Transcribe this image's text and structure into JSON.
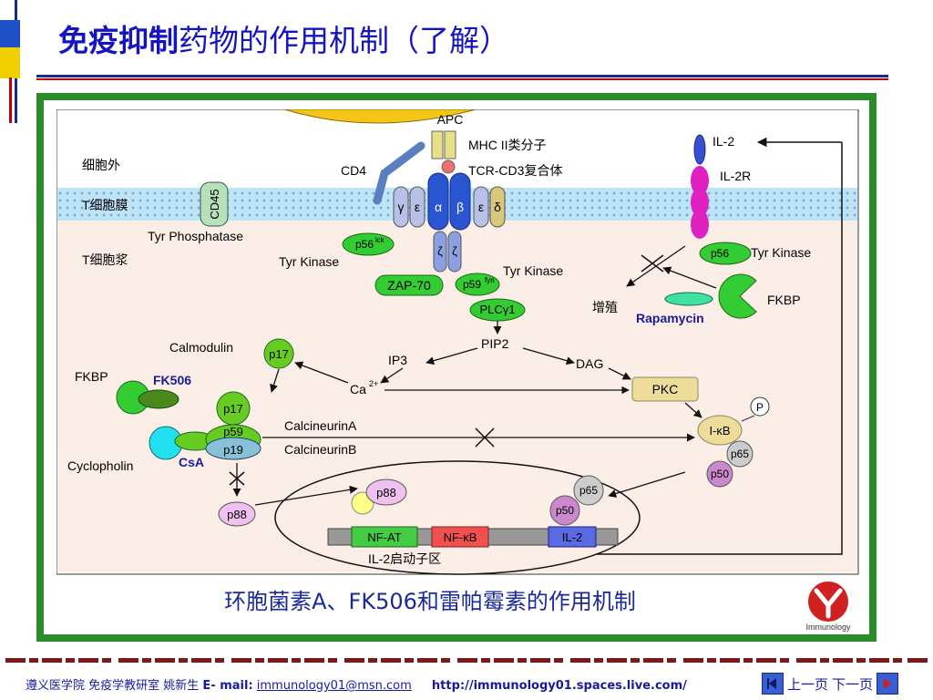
{
  "header": {
    "title_bold": "免疫抑制",
    "title_rest": "药物的作用机制（了解）"
  },
  "diagram": {
    "labels": {
      "apc": "APC",
      "mhc": "MHC II类分子",
      "cd4": "CD4",
      "tcr": "TCR-CD3复合体",
      "il2": "IL-2",
      "il2r": "IL-2R",
      "extracellular": "细胞外",
      "t_membrane": "T细胞膜",
      "cd45": "CD45",
      "tyr_phosphatase": "Tyr Phosphatase",
      "t_cytoplasm": "T细胞浆",
      "tyr_kinase_1": "Tyr Kinase",
      "tyr_kinase_2": "Tyr Kinase",
      "tyr_kinase_3": "Tyr Kinase",
      "p56lck_1": "p56",
      "p56lck_2": "p56",
      "lck": "lck",
      "zap70": "ZAP-70",
      "p59fyn": "p59",
      "fyn": "fyn",
      "plc": "PLCγ1",
      "zeta1": "ζ",
      "zeta2": "ζ",
      "gamma": "γ",
      "eps1": "ε",
      "alpha": "α",
      "beta": "β",
      "eps2": "ε",
      "delta": "δ",
      "proliferation": "增殖",
      "rapamycin": "Rapamycin",
      "fkbp_right": "FKBP",
      "pip2": "PIP2",
      "ip3": "IP3",
      "dag": "DAG",
      "calmodulin": "Calmodulin",
      "p17_a": "p17",
      "p17_b": "p17",
      "fkbp_left": "FKBP",
      "fk506": "FK506",
      "ca": "Ca",
      "ca_sup": "2+",
      "pkc": "PKC",
      "p_marker": "P",
      "ikb": "I-κB",
      "p65_a": "p65",
      "p50_a": "p50",
      "p59": "p59",
      "p19": "p19",
      "calcineurin_a": "CalcineurinA",
      "calcineurin_b": "CalcineurinB",
      "cyclopholin": "Cyclopholin",
      "csa": "CsA",
      "p88_a": "p88",
      "p88_b": "p88",
      "p65_b": "p65",
      "p50_b": "p50",
      "nfat": "NF-AT",
      "nfkb": "NF-κB",
      "il2_gene": "IL-2",
      "promoter": "IL-2启动子区"
    },
    "caption": "环胞菌素A、FK506和雷帕霉素的作用机制",
    "logo_text": "Immunology"
  },
  "footer": {
    "school": "遵义医学院 免疫学教研室   姚新生",
    "email_label": "E- mail:",
    "email": "immunology01@msn.com",
    "url": "http://immunology01.spaces.live.com/",
    "prev": "上一页",
    "next": "下一页"
  },
  "colors": {
    "title": "#1515c0",
    "frame": "#2b8a2b",
    "green_protein": "#33cc33",
    "membrane": "#a8d8f0"
  }
}
